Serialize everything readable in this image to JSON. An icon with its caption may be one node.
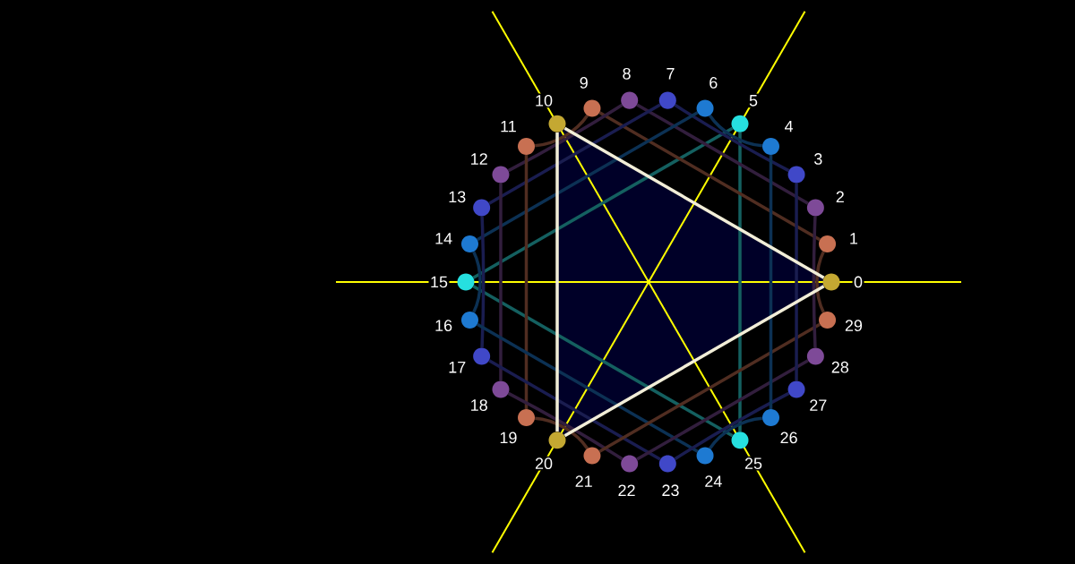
{
  "diagram": {
    "nodes": [
      {
        "text": [
          "0"
        ]
      },
      {
        "text": [
          "1"
        ]
      },
      {
        "text": [
          "2"
        ]
      },
      {
        "text": [
          "3"
        ]
      },
      {
        "text": [
          "4"
        ]
      },
      {
        "text": [
          "5"
        ]
      },
      {
        "text": [
          "6"
        ]
      },
      {
        "text": [
          "7"
        ]
      },
      {
        "text": [
          "8"
        ]
      },
      {
        "text": [
          "9"
        ]
      },
      {
        "text": [
          "10"
        ]
      },
      {
        "text": [
          "11"
        ]
      },
      {
        "text": [
          "12"
        ]
      },
      {
        "text": [
          "13"
        ]
      },
      {
        "text": [
          "14"
        ]
      },
      {
        "text": [
          "15"
        ]
      },
      {
        "text": [
          "16"
        ]
      },
      {
        "text": [
          "17"
        ]
      },
      {
        "text": [
          "18"
        ]
      },
      {
        "text": [
          "19"
        ]
      },
      {
        "text": [
          "20"
        ]
      },
      {
        "text": [
          "21"
        ]
      },
      {
        "text": [
          "22"
        ]
      },
      {
        "text": [
          "23"
        ]
      },
      {
        "text": [
          "24"
        ]
      },
      {
        "text": [
          "25"
        ]
      },
      {
        "text": [
          "26"
        ]
      },
      {
        "text": [
          "27"
        ]
      },
      {
        "text": [
          "28"
        ]
      },
      {
        "text": [
          "29"
        ]
      }
    ],
    "edges": [
      {
        "from": 5,
        "to": 15,
        "arrow": "none",
        "color": "#146060"
      },
      {
        "from": 15,
        "to": 25,
        "arrow": "none",
        "color": "#146060"
      },
      {
        "from": 25,
        "to": 5,
        "arrow": "none",
        "color": "#146060"
      },
      {
        "from": 1,
        "to": 9,
        "arrow": "none",
        "color": "#502d21"
      },
      {
        "from": 2,
        "to": 8,
        "arrow": "none",
        "color": "#321e3d"
      },
      {
        "from": 3,
        "to": 7,
        "arrow": "none",
        "color": "#1a1d50"
      },
      {
        "from": 4,
        "to": 6,
        "arrow": "none",
        "color": "#0c3154"
      },
      {
        "from": 6,
        "to": 14,
        "arrow": "none",
        "color": "#0c3154"
      },
      {
        "from": 7,
        "to": 13,
        "arrow": "none",
        "color": "#1a1d50"
      },
      {
        "from": 8,
        "to": 12,
        "arrow": "none",
        "color": "#321e3d"
      },
      {
        "from": 9,
        "to": 11,
        "arrow": "none",
        "color": "#502d21"
      },
      {
        "from": 11,
        "to": 19,
        "arrow": "none",
        "color": "#502d21"
      },
      {
        "from": 12,
        "to": 18,
        "arrow": "none",
        "color": "#321e3d"
      },
      {
        "from": 13,
        "to": 17,
        "arrow": "none",
        "color": "#1a1d50"
      },
      {
        "from": 14,
        "to": 16,
        "arrow": "none",
        "color": "#0c3154"
      },
      {
        "from": 16,
        "to": 24,
        "arrow": "none",
        "color": "#0c3154"
      },
      {
        "from": 17,
        "to": 23,
        "arrow": "none",
        "color": "#1a1d50"
      },
      {
        "from": 18,
        "to": 22,
        "arrow": "none",
        "color": "#321e3d"
      },
      {
        "from": 19,
        "to": 21,
        "arrow": "none",
        "color": "#502d21"
      },
      {
        "from": 21,
        "to": 29,
        "arrow": "none",
        "color": "#502d21"
      },
      {
        "from": 22,
        "to": 28,
        "arrow": "none",
        "color": "#321e3d"
      },
      {
        "from": 23,
        "to": 27,
        "arrow": "none",
        "color": "#1a1d50"
      },
      {
        "from": 24,
        "to": 26,
        "arrow": "none",
        "color": "#0c3154"
      },
      {
        "from": 26,
        "to": 4,
        "arrow": "none",
        "color": "#0c3154"
      },
      {
        "from": 27,
        "to": 3,
        "arrow": "none",
        "color": "#1a1d50"
      },
      {
        "from": 28,
        "to": 2,
        "arrow": "none",
        "color": "#321e3d"
      },
      {
        "from": 29,
        "to": 1,
        "arrow": "none",
        "color": "#502d21"
      },
      {
        "from": 0,
        "to": 10,
        "arrow": "none",
        "color": "#f2eed8"
      },
      {
        "from": 10,
        "to": 20,
        "arrow": "none",
        "color": "#f2eed8"
      },
      {
        "from": 20,
        "to": 0,
        "arrow": "none",
        "color": "#f2eed8"
      }
    ]
  }
}
